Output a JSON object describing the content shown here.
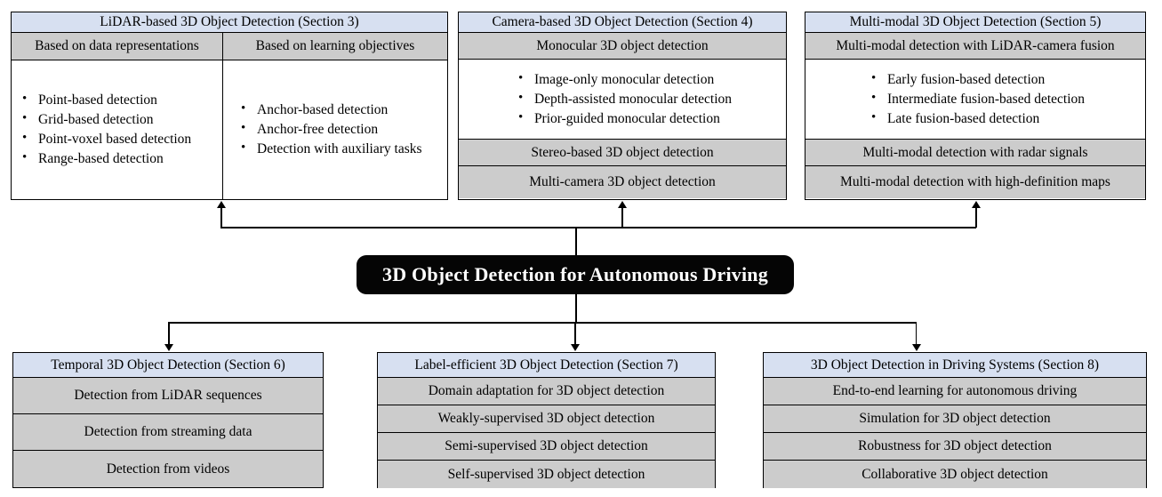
{
  "diagram": {
    "title": "3D Object Detection for Autonomous Driving",
    "colors": {
      "header_blue": "#d7e0f1",
      "subheader_gray": "#cccccc",
      "central_black": "#050505",
      "central_text": "#ffffff",
      "border": "#000000",
      "background": "#ffffff"
    }
  },
  "top": {
    "lidar": {
      "header": "LiDAR-based 3D Object Detection (Section 3)",
      "col_left_header": "Based on data representations",
      "col_right_header": "Based on learning objectives",
      "col_left_items": [
        "Point-based detection",
        "Grid-based detection",
        "Point-voxel based detection",
        "Range-based detection"
      ],
      "col_right_items": [
        "Anchor-based detection",
        "Anchor-free detection",
        "Detection with auxiliary tasks"
      ]
    },
    "camera": {
      "header": "Camera-based 3D Object Detection (Section 4)",
      "sub1": "Monocular 3D object detection",
      "sub1_items": [
        "Image-only monocular detection",
        "Depth-assisted monocular detection",
        "Prior-guided monocular detection"
      ],
      "sub2": "Stereo-based 3D object detection",
      "sub3": "Multi-camera 3D object detection"
    },
    "multimodal": {
      "header": "Multi-modal 3D Object Detection (Section 5)",
      "sub1": "Multi-modal detection with LiDAR-camera fusion",
      "sub1_items": [
        "Early fusion-based detection",
        "Intermediate fusion-based detection",
        "Late fusion-based detection"
      ],
      "sub2": "Multi-modal detection with radar signals",
      "sub3": "Multi-modal detection with high-definition maps"
    }
  },
  "bottom": {
    "temporal": {
      "header": "Temporal 3D Object Detection (Section 6)",
      "rows": [
        "Detection from LiDAR sequences",
        "Detection from streaming data",
        "Detection from videos"
      ]
    },
    "label_efficient": {
      "header": "Label-efficient 3D Object Detection (Section 7)",
      "rows": [
        "Domain adaptation for 3D object detection",
        "Weakly-supervised 3D object detection",
        "Semi-supervised 3D object detection",
        "Self-supervised 3D object detection"
      ]
    },
    "driving_systems": {
      "header": "3D Object Detection in Driving Systems (Section 8)",
      "rows": [
        "End-to-end learning for autonomous driving",
        "Simulation for 3D object detection",
        "Robustness for 3D object detection",
        "Collaborative 3D object detection"
      ]
    }
  }
}
